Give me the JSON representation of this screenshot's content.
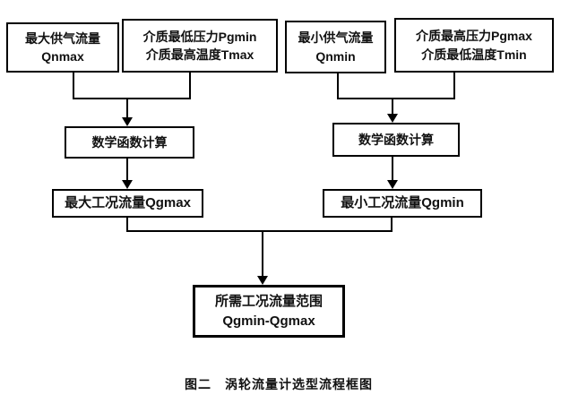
{
  "diagram": {
    "caption": "图二　涡轮流量计选型流程框图",
    "nodes": {
      "max_supply": {
        "line1": "最大供气流量",
        "line2": "Qnmax"
      },
      "medium_min_pressure_max_temp": {
        "line1": "介质最低压力Pgmin",
        "line2": "介质最高温度Tmax"
      },
      "min_supply": {
        "line1": "最小供气流量",
        "line2": "Qnmin"
      },
      "medium_max_pressure_min_temp": {
        "line1": "介质最高压力Pgmax",
        "line2": "介质最低温度Tmin"
      },
      "calc_left": {
        "line1": "数学函数计算"
      },
      "calc_right": {
        "line1": "数学函数计算"
      },
      "qgmax": {
        "line1": "最大工况流量Qgmax"
      },
      "qgmin": {
        "line1": "最小工况流量Qgmin"
      },
      "result": {
        "line1": "所需工况流量范围",
        "line2": "Qgmin-Qgmax"
      }
    },
    "colors": {
      "line": "#000000",
      "background": "#ffffff",
      "text": "#111111"
    }
  }
}
